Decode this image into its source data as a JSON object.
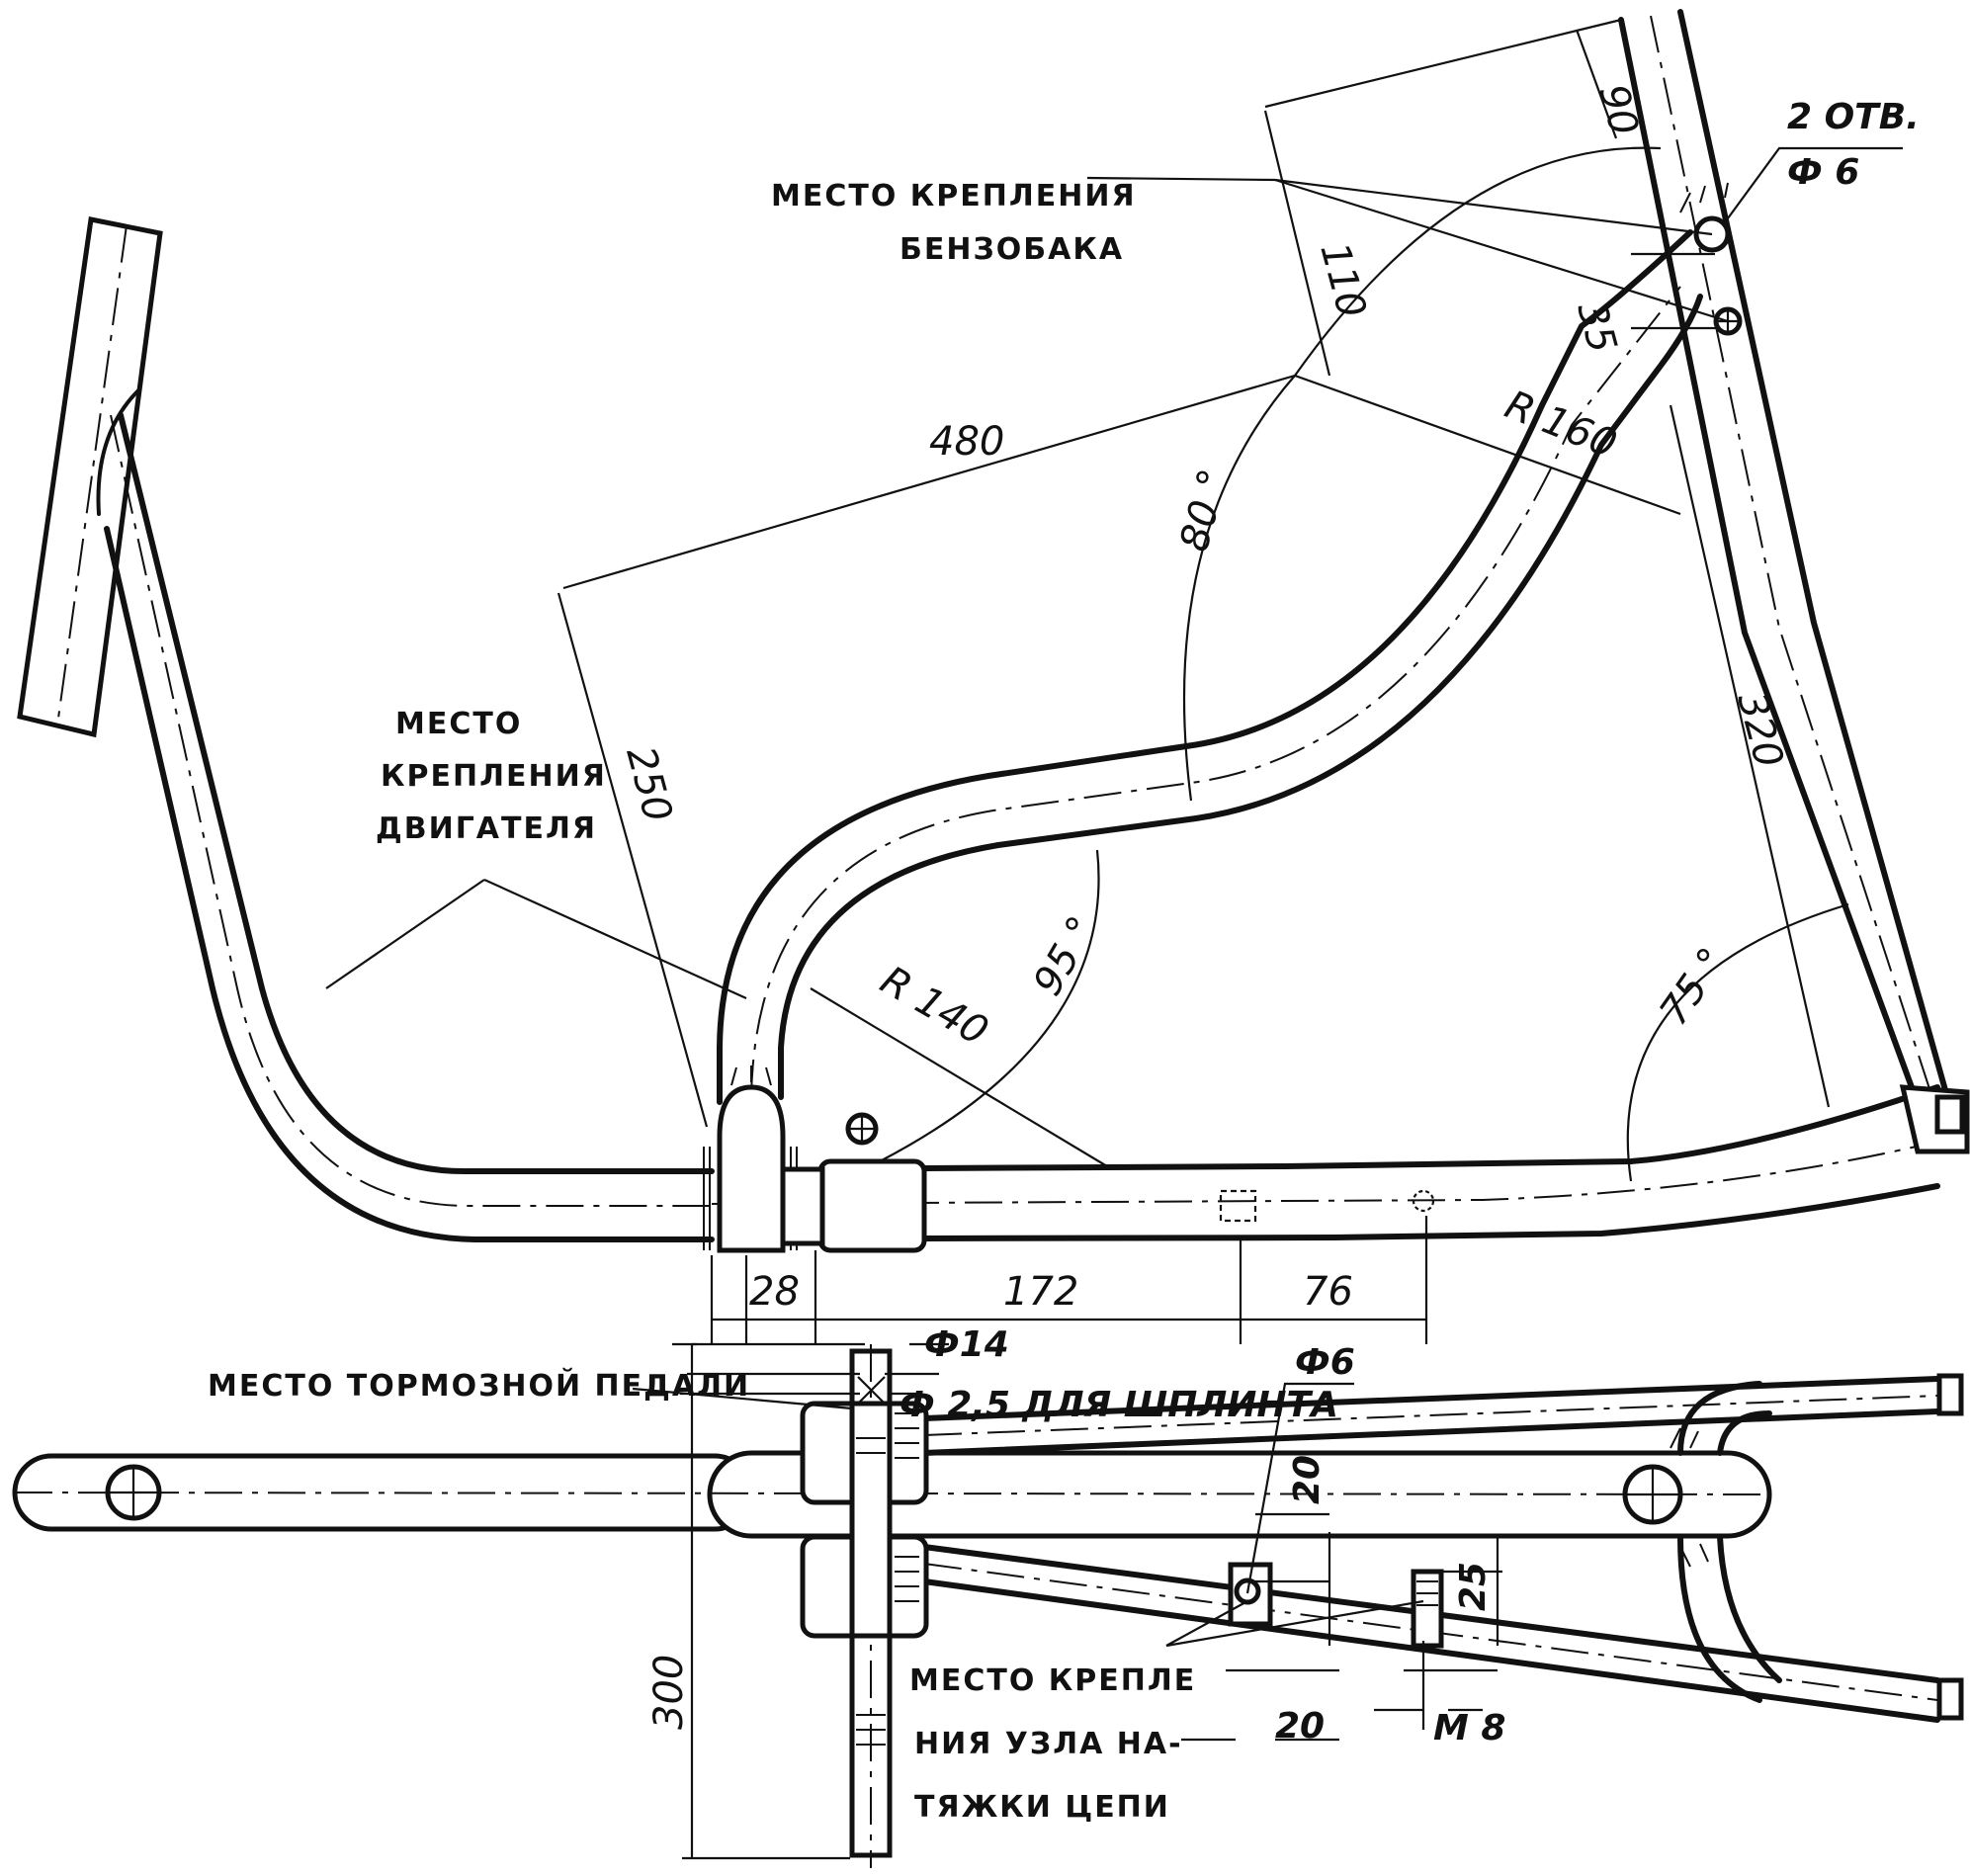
{
  "labels": {
    "fuel_tank_mount": [
      "МЕСТО КРЕПЛЕНИЯ",
      "БЕНЗОБАКА"
    ],
    "engine_mount": [
      "МЕСТО",
      "КРЕПЛЕНИЯ",
      "ДВИГАТЕЛЯ"
    ],
    "brake_pedal": "МЕСТО ТОРМОЗНОЙ ПЕДАЛИ",
    "chain_tensioner": [
      "МЕСТО КРЕПЛЕ",
      "НИЯ УЗЛА НА-",
      "ТЯЖКИ ЦЕПИ"
    ],
    "cotter_pin": "Ф 2,5 ДЛЯ ШПЛИНТА"
  },
  "dimensions": {
    "d90": "90",
    "holes": "2 ОТВ.",
    "phi6_top": "Ф 6",
    "d110": "110",
    "d35": "35",
    "d480": "480",
    "r160": "R 160",
    "a80": "80 °",
    "d320": "320",
    "d250": "250",
    "a95": "95 °",
    "r140": "R 140",
    "a75": "75 °",
    "d28": "28",
    "d172": "172",
    "d76": "76",
    "phi14": "Ф14",
    "phi6_bottom": "Ф6",
    "d20_vertical": "20",
    "d25": "25",
    "d20_horizontal": "20",
    "m8": "М 8",
    "d300": "300"
  }
}
